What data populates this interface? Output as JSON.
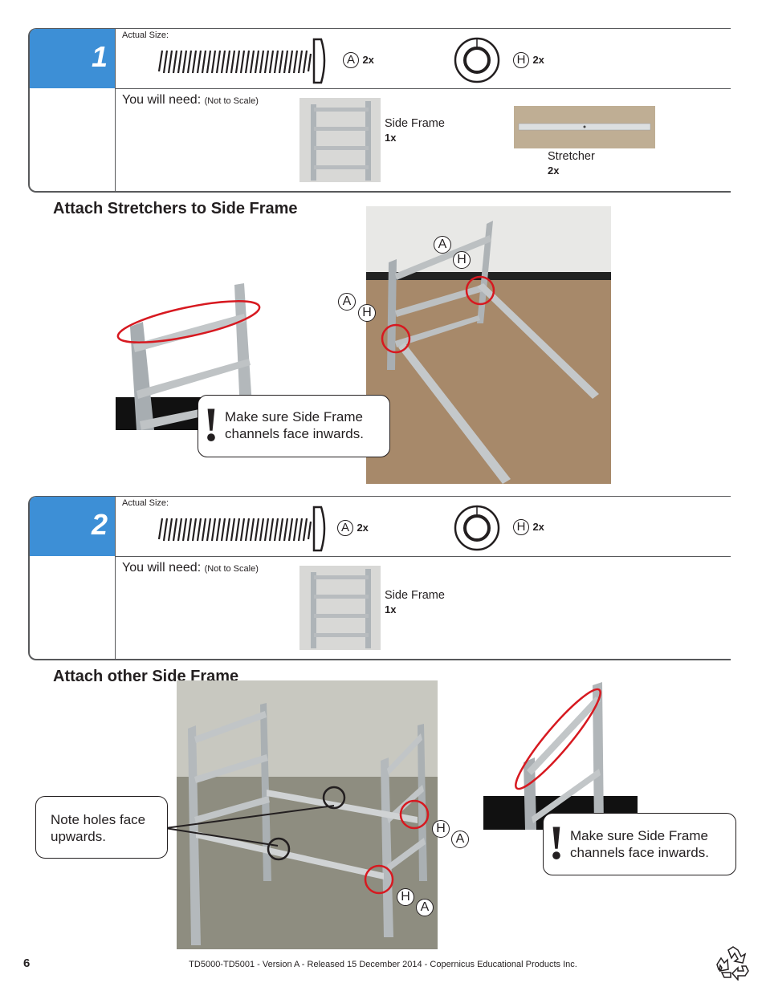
{
  "step1": {
    "number": "1",
    "actual_size_label": "Actual Size:",
    "part_a_letter": "A",
    "part_a_qty": "2x",
    "part_h_letter": "H",
    "part_h_qty": "2x",
    "need_label": "You will need:",
    "need_sub": "(Not to Scale)",
    "items": [
      {
        "name": "Side Frame",
        "qty": "1x"
      },
      {
        "name": "Stretcher",
        "qty": "2x"
      }
    ]
  },
  "section1": {
    "heading": "Attach Stretchers to Side Frame",
    "callout": "Make sure Side Frame channels face inwards.",
    "bang": "!",
    "tags": [
      "A",
      "H",
      "A",
      "H"
    ]
  },
  "step2": {
    "number": "2",
    "actual_size_label": "Actual Size:",
    "part_a_letter": "A",
    "part_a_qty": "2x",
    "part_h_letter": "H",
    "part_h_qty": "2x",
    "need_label": "You will need:",
    "need_sub": "(Not to Scale)",
    "items": [
      {
        "name": "Side Frame",
        "qty": "1x"
      }
    ]
  },
  "section2": {
    "heading": "Attach other Side Frame",
    "note": "Note  holes face upwards.",
    "callout": "Make sure Side Frame channels face inwards.",
    "bang": "!",
    "tags": [
      "H",
      "A",
      "H",
      "A"
    ]
  },
  "footer": {
    "page_number": "6",
    "text": "TD5000-TD5001 - Version A - Released 15 December 2014 - Copernicus Educational Products Inc.",
    "recycle_icon": "recycle-icon"
  },
  "colors": {
    "step_blue": "#3d8fd6",
    "highlight_red": "#d71920"
  }
}
